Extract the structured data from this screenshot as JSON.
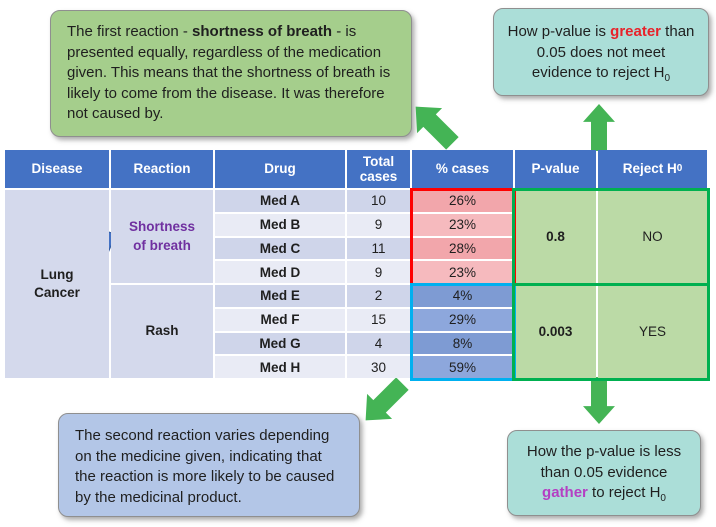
{
  "colors": {
    "header_blue": "#4472C4",
    "band_dark": "#CFD5EA",
    "band_light": "#E9EBF5",
    "merged_cell": "#D4D9EC",
    "pink_dark": "#F2A6AB",
    "pink_light": "#F6BABE",
    "highlight_blue_dark": "#7E9BD3",
    "highlight_blue_light": "#8DA7DC",
    "green_cell": "#BBDAA6",
    "green_callout": "#A5CE8C",
    "teal_callout": "#ABDED8",
    "blue_callout": "#B3C6E7",
    "arrow_green": "#44B455",
    "arrow_blue": "#4472C4",
    "border_red": "#FE0000",
    "border_cyan": "#00B0F0",
    "border_green": "#00B050",
    "purple_text": "#7030A0",
    "red_text": "#E8222A",
    "magenta_text": "#B43FC3"
  },
  "callouts": {
    "top_left": {
      "part1": "The first reaction - ",
      "bold": "shortness of breath",
      "part2": " - is presented equally, regardless of the medication given. This means that the shortness of breath is likely to come from the disease. It was therefore not caused by."
    },
    "top_right": {
      "part1": "How p-value is ",
      "highlight": "greater",
      "part2": " than 0.05 does not meet evidence to reject H",
      "sub": "0"
    },
    "bottom_left": {
      "text": "The second reaction varies depending on the medicine given, indicating that the reaction is more likely to be caused by the medicinal product."
    },
    "bottom_right": {
      "part1": "How the p-value is less than 0.05 evidence ",
      "highlight": "gather",
      "part2": " to reject H",
      "sub": "0"
    }
  },
  "table": {
    "headers": [
      {
        "label": "Disease"
      },
      {
        "label": "Reaction"
      },
      {
        "label": "Drug"
      },
      {
        "label": "Total\ncases"
      },
      {
        "label": "% cases"
      },
      {
        "label": "P-value"
      },
      {
        "label": "Reject H",
        "sub": "0"
      }
    ],
    "disease": "Lung\nCancer",
    "groups": [
      {
        "reaction": "Shortness\nof breath",
        "p_value": "0.8",
        "reject": "NO",
        "rows": [
          {
            "drug": "Med A",
            "total": "10",
            "pct": "26%"
          },
          {
            "drug": "Med B",
            "total": "9",
            "pct": "23%"
          },
          {
            "drug": "Med C",
            "total": "11",
            "pct": "28%"
          },
          {
            "drug": "Med D",
            "total": "9",
            "pct": "23%"
          }
        ]
      },
      {
        "reaction": "Rash",
        "p_value": "0.003",
        "reject": "YES",
        "rows": [
          {
            "drug": "Med E",
            "total": "2",
            "pct": "4%"
          },
          {
            "drug": "Med F",
            "total": "15",
            "pct": "29%"
          },
          {
            "drug": "Med G",
            "total": "4",
            "pct": "8%"
          },
          {
            "drug": "Med H",
            "total": "30",
            "pct": "59%"
          }
        ]
      }
    ]
  }
}
